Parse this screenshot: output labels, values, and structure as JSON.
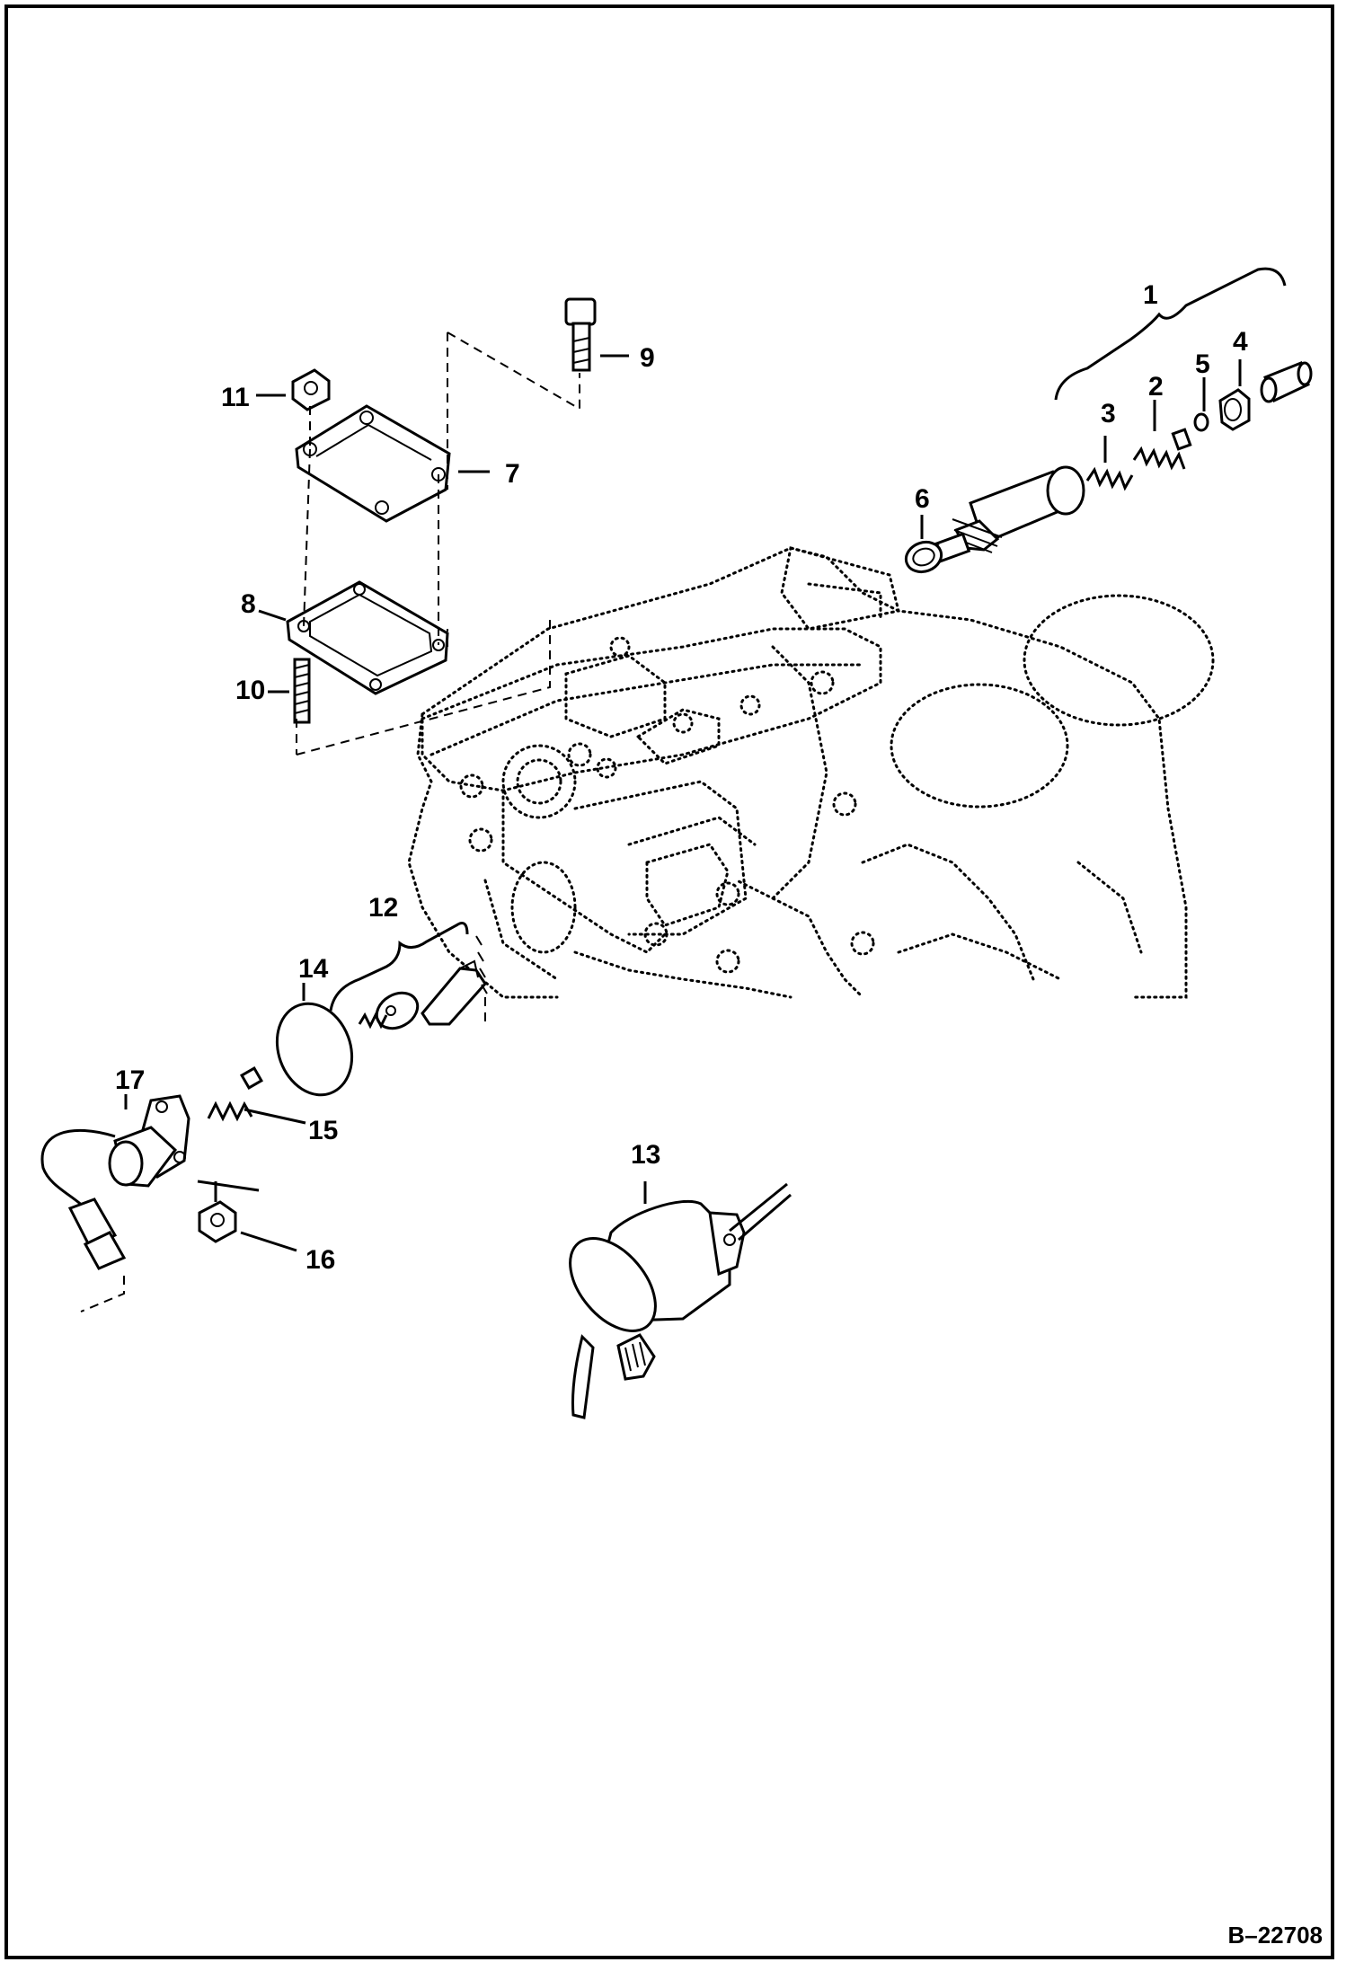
{
  "figure": {
    "reference_code": "B–22708",
    "callouts": [
      {
        "id": "c1",
        "label": "1"
      },
      {
        "id": "c2",
        "label": "2"
      },
      {
        "id": "c3",
        "label": "3"
      },
      {
        "id": "c4",
        "label": "4"
      },
      {
        "id": "c5",
        "label": "5"
      },
      {
        "id": "c6",
        "label": "6"
      },
      {
        "id": "c7",
        "label": "7"
      },
      {
        "id": "c8",
        "label": "8"
      },
      {
        "id": "c9",
        "label": "9"
      },
      {
        "id": "c10",
        "label": "10"
      },
      {
        "id": "c11",
        "label": "11"
      },
      {
        "id": "c12",
        "label": "12"
      },
      {
        "id": "c13",
        "label": "13"
      },
      {
        "id": "c14",
        "label": "14"
      },
      {
        "id": "c15",
        "label": "15"
      },
      {
        "id": "c16",
        "label": "16"
      },
      {
        "id": "c17",
        "label": "17"
      }
    ]
  }
}
